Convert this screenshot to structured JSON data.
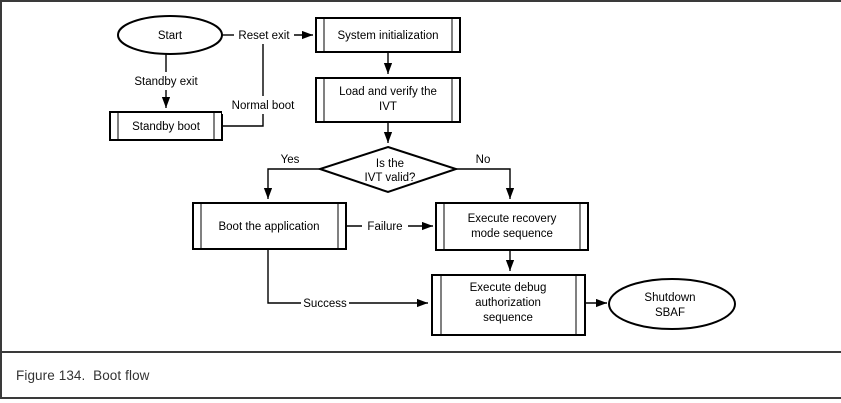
{
  "figure": {
    "caption": "Figure 134.  Boot flow",
    "caption_number": "Figure 134.",
    "caption_title": "Boot flow"
  },
  "diagram": {
    "type": "flowchart",
    "orientation": "top-down-left-right",
    "nodes": [
      {
        "id": "start",
        "shape": "ellipse",
        "lines": [
          "Start"
        ]
      },
      {
        "id": "sysinit",
        "shape": "predefined-process",
        "lines": [
          "System initialization"
        ]
      },
      {
        "id": "standby",
        "shape": "predefined-process",
        "lines": [
          "Standby boot"
        ]
      },
      {
        "id": "loadivt",
        "shape": "predefined-process",
        "lines": [
          "Load and verify the",
          "IVT"
        ]
      },
      {
        "id": "decision",
        "shape": "diamond",
        "lines": [
          "Is the",
          "IVT valid?"
        ]
      },
      {
        "id": "bootapp",
        "shape": "predefined-process",
        "lines": [
          "Boot the application"
        ]
      },
      {
        "id": "recovery",
        "shape": "predefined-process",
        "lines": [
          "Execute recovery",
          "mode sequence"
        ]
      },
      {
        "id": "debugauth",
        "shape": "predefined-process",
        "lines": [
          "Execute debug",
          "authorization",
          "sequence"
        ]
      },
      {
        "id": "shutdown",
        "shape": "ellipse",
        "lines": [
          "Shutdown",
          "SBAF"
        ]
      }
    ],
    "edges": [
      {
        "id": "e-reset",
        "from": "start",
        "to": "sysinit",
        "label": "Reset exit"
      },
      {
        "id": "e-standby",
        "from": "start",
        "to": "standby",
        "label": "Standby exit"
      },
      {
        "id": "e-normalboot",
        "from": "standby",
        "to": "sysinit",
        "label": "Normal boot"
      },
      {
        "id": "e-sysinit",
        "from": "sysinit",
        "to": "loadivt",
        "label": ""
      },
      {
        "id": "e-loadivt",
        "from": "loadivt",
        "to": "decision",
        "label": ""
      },
      {
        "id": "e-yes",
        "from": "decision",
        "to": "bootapp",
        "label": "Yes"
      },
      {
        "id": "e-no",
        "from": "decision",
        "to": "recovery",
        "label": "No"
      },
      {
        "id": "e-failure",
        "from": "bootapp",
        "to": "recovery",
        "label": "Failure"
      },
      {
        "id": "e-success",
        "from": "bootapp",
        "to": "debugauth",
        "label": "Success"
      },
      {
        "id": "e-recovery",
        "from": "recovery",
        "to": "debugauth",
        "label": ""
      },
      {
        "id": "e-shutdown",
        "from": "debugauth",
        "to": "shutdown",
        "label": ""
      }
    ]
  },
  "colors": {
    "background": "#ffffff",
    "stroke": "#000000",
    "frame": "#3a3a3a",
    "caption_text": "#333333"
  }
}
